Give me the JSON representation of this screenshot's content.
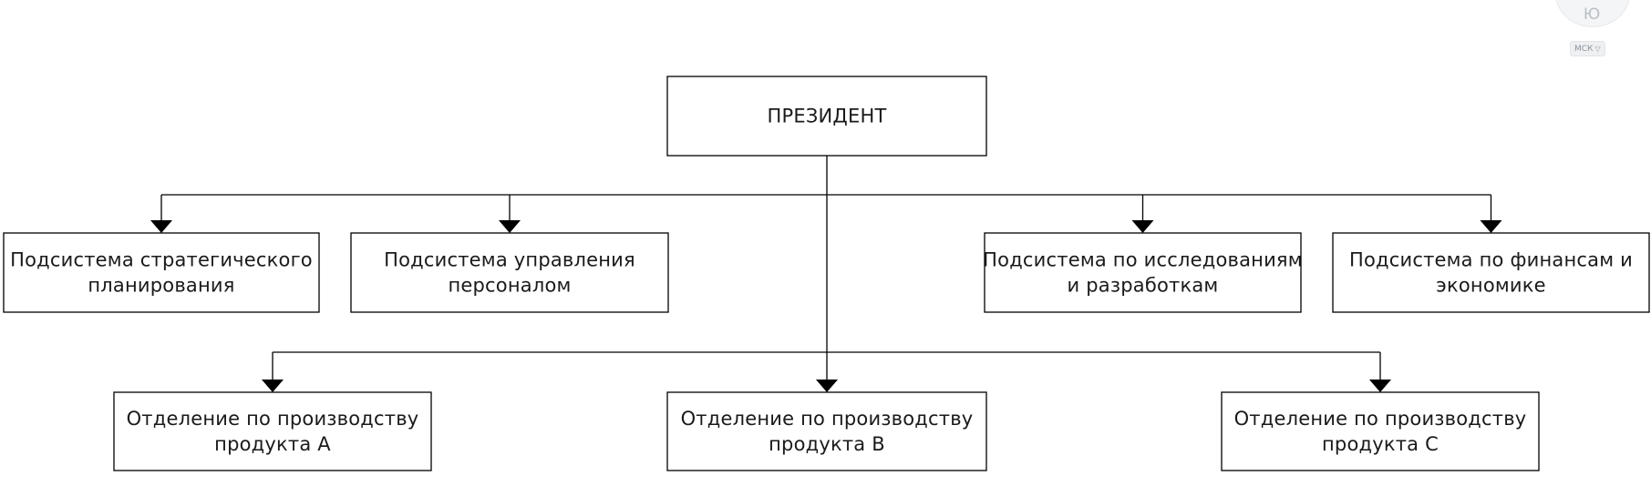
{
  "diagram": {
    "root": {
      "id": "president",
      "lines": [
        "ПРЕЗИДЕНТ"
      ]
    },
    "subsystems": [
      {
        "id": "strategic-planning",
        "lines": [
          "Подсистема стратегического",
          "планирования"
        ]
      },
      {
        "id": "hr-management",
        "lines": [
          "Подсистема управления",
          "персоналом"
        ]
      },
      {
        "id": "research-development",
        "lines": [
          "Подсистема по исследованиям",
          "и разработкам"
        ]
      },
      {
        "id": "finance-economics",
        "lines": [
          "Подсистема по финансам и",
          "экономике"
        ]
      }
    ],
    "divisions": [
      {
        "id": "division-a",
        "lines": [
          "Отделение по производству",
          "продукта А"
        ]
      },
      {
        "id": "division-b",
        "lines": [
          "Отделение по производству",
          "продукта В"
        ]
      },
      {
        "id": "division-c",
        "lines": [
          "Отделение по производству",
          "продукта С"
        ]
      }
    ],
    "edges": [
      [
        "president",
        "strategic-planning"
      ],
      [
        "president",
        "hr-management"
      ],
      [
        "president",
        "research-development"
      ],
      [
        "president",
        "finance-economics"
      ],
      [
        "president",
        "division-a"
      ],
      [
        "president",
        "division-b"
      ],
      [
        "president",
        "division-c"
      ]
    ]
  },
  "corner_widget": {
    "view_letter": "Ю",
    "ucs_label": "МСК",
    "ucs_caret_icon": "chevron-down-icon"
  }
}
